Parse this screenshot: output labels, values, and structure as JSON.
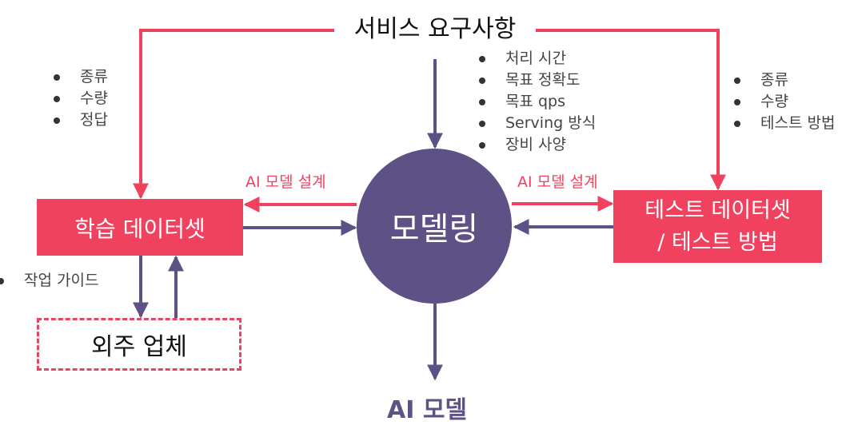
{
  "top_title": "서비스 요구사항",
  "center": {
    "label": "모델링"
  },
  "train_box": {
    "label": "학습 데이터셋"
  },
  "test_box": {
    "line1": "테스트 데이터셋",
    "line2": "/ 테스트 방법"
  },
  "vendor_box": {
    "label": "외주 업체"
  },
  "bottom_output": "AI 모델",
  "design_label_left": "AI 모델 설계",
  "design_label_right": "AI 모델 설계",
  "left_reqs": [
    "종류",
    "수량",
    "정답"
  ],
  "center_reqs": [
    "처리 시간",
    "목표 정확도",
    "목표 qps",
    "Serving 방식",
    "장비 사양"
  ],
  "right_reqs": [
    "종류",
    "수량",
    "테스트 방법"
  ],
  "vendor_guide": [
    "작업 가이드"
  ],
  "colors": {
    "pink": "#f0425f",
    "purple": "#5e5186",
    "dashed": "#e84463"
  }
}
